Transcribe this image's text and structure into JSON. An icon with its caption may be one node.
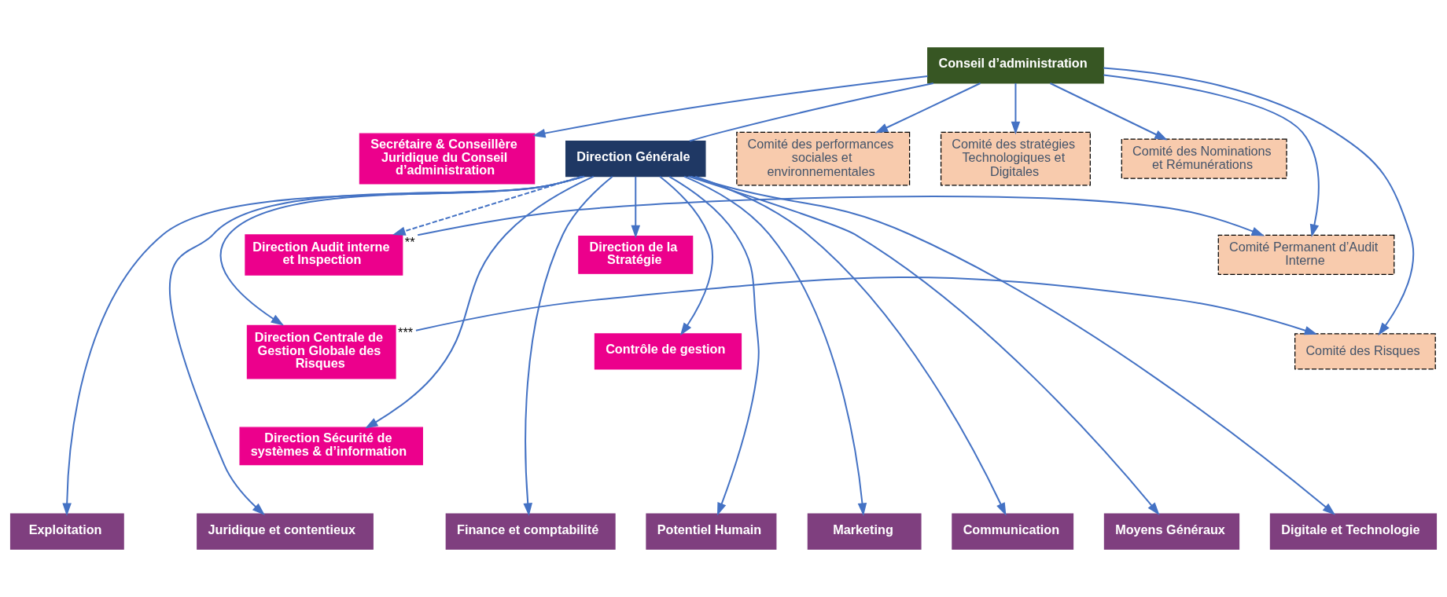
{
  "diagram": {
    "nodes": [
      {
        "text": [
          "Conseil d’administration"
        ]
      },
      {
        "text": [
          "Secrétaire & Conseillère Juridique du Conseil d’administration"
        ]
      },
      {
        "text": [
          "Direction Générale"
        ]
      },
      {
        "text": [
          "Comité des performances sociales et environnementales"
        ]
      },
      {
        "text": [
          "Comité des stratégies Technologiques et Digitales"
        ]
      },
      {
        "text": [
          "Comité des Nominations et Rémunérations"
        ]
      },
      {
        "text": [
          "Comité Permanent d’Audit Interne"
        ]
      },
      {
        "text": [
          "Comité des Risques"
        ]
      },
      {
        "text": [
          "Direction de la Stratégie"
        ]
      },
      {
        "text": [
          "Direction Audit interne et Inspection"
        ],
        "beside": [
          "**"
        ]
      },
      {
        "text": [
          "Direction Centrale de Gestion Globale des Risques"
        ],
        "beside": [
          "***"
        ]
      },
      {
        "text": [
          "Contrôle de gestion"
        ]
      },
      {
        "text": [
          "Direction Sécurité de systèmes & d’information"
        ]
      },
      {
        "text": [
          "Exploitation"
        ]
      },
      {
        "text": [
          "Finance et comptabilité"
        ]
      },
      {
        "text": [
          "Potentiel Humain"
        ]
      },
      {
        "text": [
          "Juridique et contentieux"
        ]
      },
      {
        "text": [
          "Marketing"
        ]
      },
      {
        "text": [
          "Communication"
        ]
      },
      {
        "text": [
          "Moyens Généraux"
        ]
      },
      {
        "text": [
          "Digitale et Technologie"
        ]
      }
    ],
    "edges": [
      {
        "from": 0,
        "to": 2,
        "arrow": "none"
      },
      {
        "from": 0,
        "to": 1,
        "arrow": "to"
      },
      {
        "from": 0,
        "to": 3,
        "arrow": "to"
      },
      {
        "from": 0,
        "to": 4,
        "arrow": "to"
      },
      {
        "from": 0,
        "to": 5,
        "arrow": "to"
      },
      {
        "from": 0,
        "to": 6,
        "arrow": "to"
      },
      {
        "from": 0,
        "to": 7,
        "arrow": "to"
      },
      {
        "from": 9,
        "to": 6,
        "arrow": "to"
      },
      {
        "from": 10,
        "to": 7,
        "arrow": "to"
      },
      {
        "from": 2,
        "to": 8,
        "arrow": "to"
      },
      {
        "from": 2,
        "to": 9,
        "arrow": "to",
        "style": "dashed"
      },
      {
        "from": 2,
        "to": 10,
        "arrow": "to"
      },
      {
        "from": 2,
        "to": 11,
        "arrow": "to"
      },
      {
        "from": 2,
        "to": 12,
        "arrow": "to"
      },
      {
        "from": 2,
        "to": 13,
        "arrow": "to"
      },
      {
        "from": 2,
        "to": 14,
        "arrow": "to"
      },
      {
        "from": 2,
        "to": 15,
        "arrow": "to"
      },
      {
        "from": 2,
        "to": 16,
        "arrow": "to"
      },
      {
        "from": 2,
        "to": 17,
        "arrow": "to"
      },
      {
        "from": 2,
        "to": 18,
        "arrow": "to"
      },
      {
        "from": 2,
        "to": 19,
        "arrow": "to"
      },
      {
        "from": 2,
        "to": 20,
        "arrow": "to"
      }
    ]
  }
}
